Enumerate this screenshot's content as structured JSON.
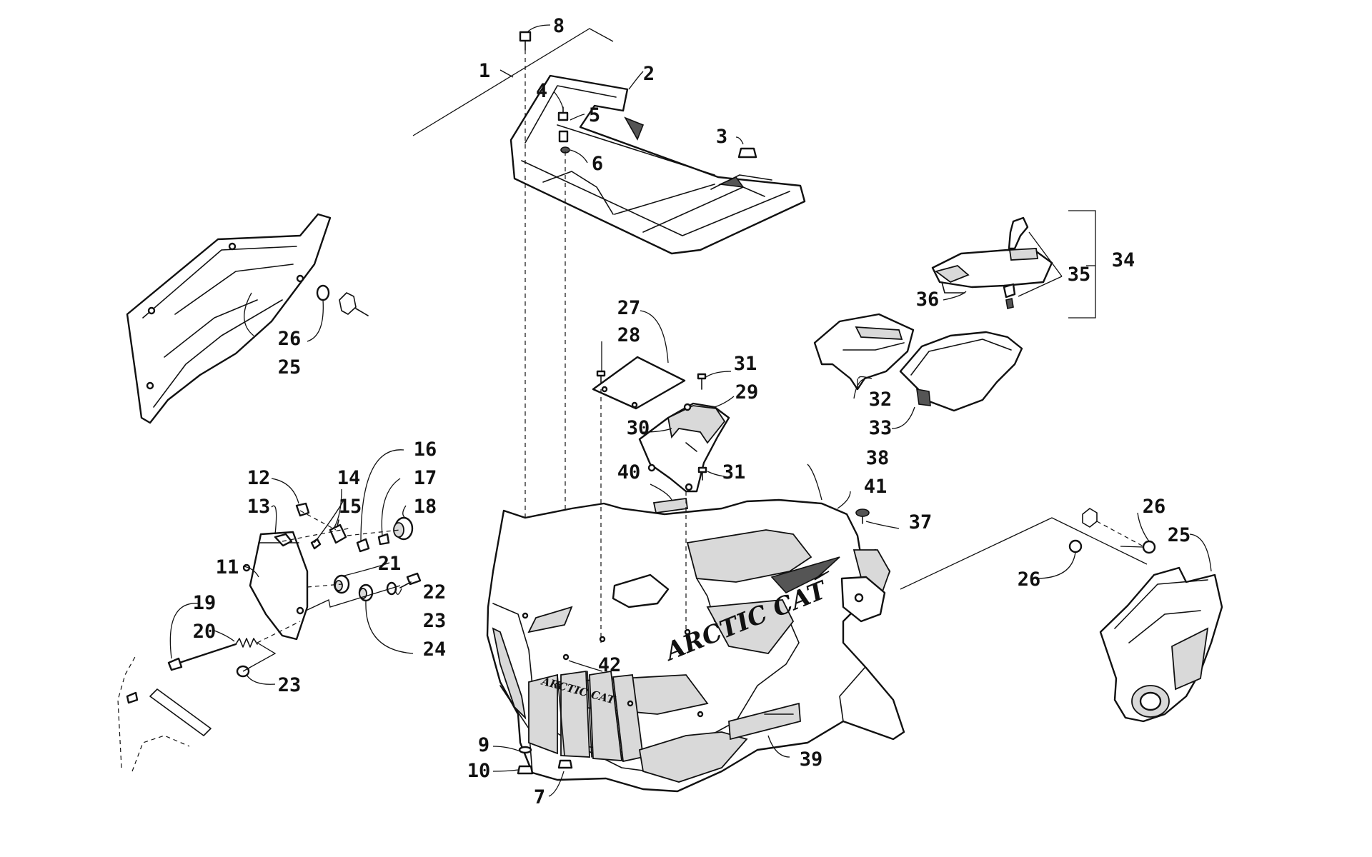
{
  "diagram": {
    "type": "exploded-parts-diagram",
    "colors": {
      "ink": "#111111",
      "paper": "#ffffff",
      "shade": "#d9d9d9"
    },
    "logo_text": "ARCTIC CAT",
    "callouts": {
      "c1": "1",
      "c2": "2",
      "c3": "3",
      "c4": "4",
      "c5": "5",
      "c6": "6",
      "c7": "7",
      "c8": "8",
      "c9": "9",
      "c10": "10",
      "c11": "11",
      "c12": "12",
      "c13": "13",
      "c14": "14",
      "c15": "15",
      "c16": "16",
      "c17": "17",
      "c18": "18",
      "c19": "19",
      "c20": "20",
      "c21": "21",
      "c22": "22",
      "c23a": "23",
      "c23b": "23",
      "c24": "24",
      "c25a": "25",
      "c25b": "25",
      "c26a": "26",
      "c26b": "26",
      "c26c": "26",
      "c27": "27",
      "c28": "28",
      "c29": "29",
      "c30": "30",
      "c31a": "31",
      "c31b": "31",
      "c32": "32",
      "c33": "33",
      "c34": "34",
      "c35": "35",
      "c36": "36",
      "c37": "37",
      "c38": "38",
      "c39": "39",
      "c40": "40",
      "c41": "41",
      "c42": "42"
    }
  }
}
